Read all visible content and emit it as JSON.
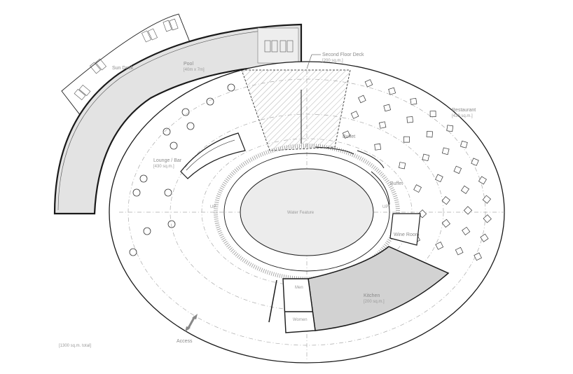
{
  "plan": {
    "total_area": "[1300 sq.m. total]",
    "access_label": "Access",
    "colors": {
      "wall": "#1a1a1a",
      "pool_fill": "#e3e3e3",
      "kitchen_fill": "#d2d2d2",
      "water_fill": "#ececec",
      "label": "#8a8a8a",
      "grid_line": "#aaaaaa"
    },
    "rooms": {
      "sun_deck": {
        "name": "Sun Deck"
      },
      "pool": {
        "name": "Pool",
        "size": "[40m x 7m]"
      },
      "second_floor_deck": {
        "name": "Second Floor Deck",
        "area": "[200 sq.m.]"
      },
      "restaurant": {
        "name": "Restaurant",
        "area": "[430 sq.m.]"
      },
      "lounge_bar": {
        "name": "Lounge / Bar",
        "area": "[430 sq.m.]"
      },
      "buffet_1": {
        "name": "Buffet"
      },
      "buffet_2": {
        "name": "Buffet"
      },
      "water_feature": {
        "name": "Water Feature"
      },
      "wine_room": {
        "name": "Wine Room"
      },
      "kitchen": {
        "name": "Kitchen",
        "area": "[200 sq.m.]"
      },
      "men": {
        "name": "Men"
      },
      "women": {
        "name": "Women"
      }
    },
    "stairs": [
      {
        "label": "UP"
      },
      {
        "label": "UP"
      }
    ]
  }
}
